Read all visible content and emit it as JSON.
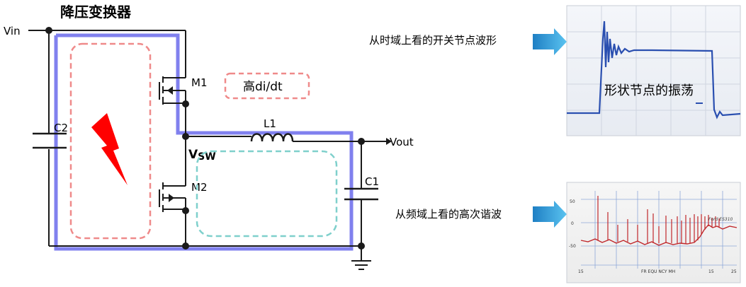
{
  "title": "降压变换器",
  "labels": {
    "vin": "Vin",
    "vout": "Vout",
    "vsw_main": "V",
    "vsw_sub": "SW",
    "m1": "M1",
    "m2": "M2",
    "l1": "L1",
    "c1": "C1",
    "c2": "C2",
    "didt": "高di/dt"
  },
  "callouts": {
    "time_domain": "从时域上看的开关节点波形",
    "ringing": "形状节点的振荡",
    "freq_domain": "从频域上看的高次谐波"
  },
  "freq_plot": {
    "y_ticks": [
      "50",
      "0",
      "-50"
    ],
    "x_ticks": [
      "15",
      "FR EQU NCY   MH",
      "15",
      "25"
    ],
    "legend_text": "Ford ES310"
  },
  "colors": {
    "current_loop": "#8080ee",
    "hot_loop_dash": "#ef8a8a",
    "cool_loop_dash": "#7fd0cc",
    "bolt": "#ff0000",
    "arrow": "#2f9ed6",
    "wire": "#1a1a1a"
  }
}
